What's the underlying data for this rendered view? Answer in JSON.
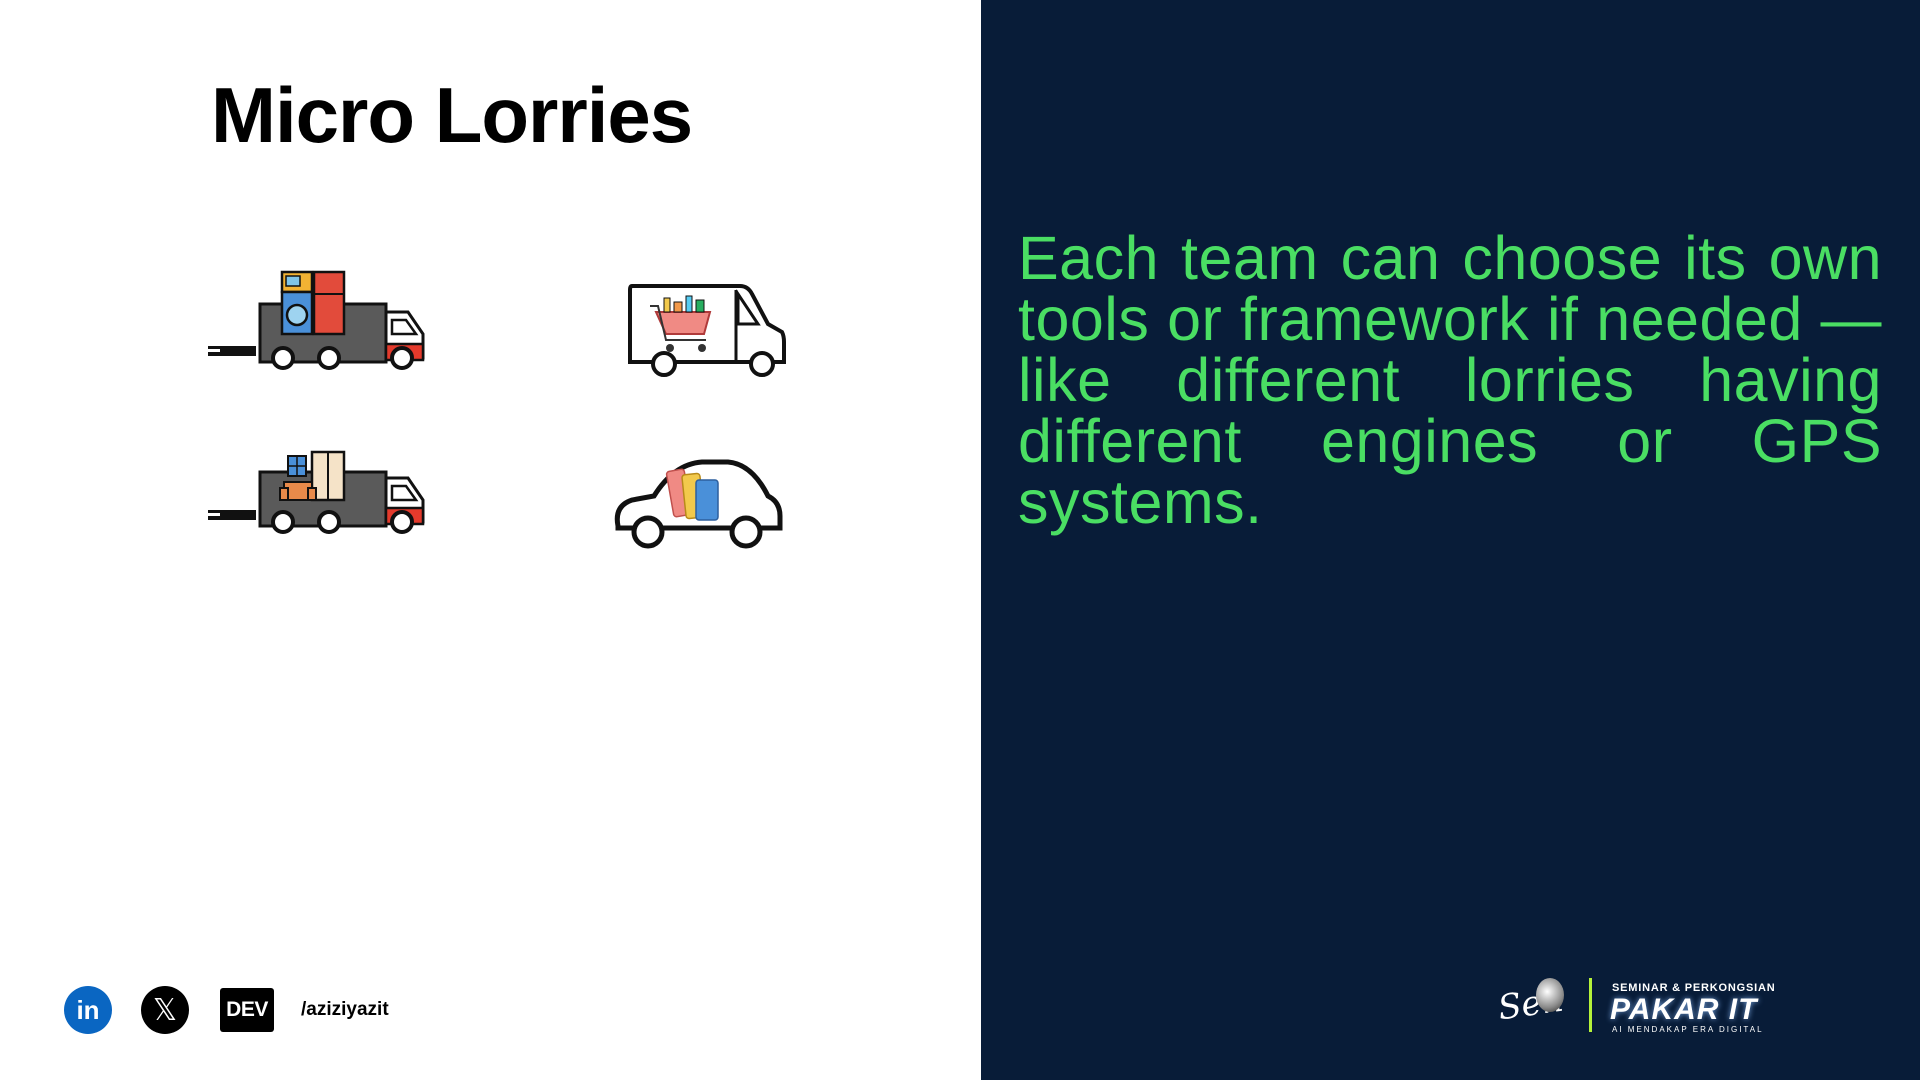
{
  "slide": {
    "title": "Micro Lorries",
    "body": "Each team can choose its own tools or framework if needed — like different lorries having different engines or GPS systems."
  },
  "footer": {
    "social_icons": [
      "linkedin-icon",
      "x-icon",
      "dev-icon"
    ],
    "linkedin_label": "in",
    "x_label": "𝕏",
    "dev_label": "DEV",
    "handle": "/aziziyazit"
  },
  "brand": {
    "script": "Sen",
    "top_line": "SEMINAR & PERKONGSIAN",
    "name": "PAKAR IT",
    "tagline": "AI MENDAKAP ERA DIGITAL"
  },
  "colors": {
    "right_panel_bg": "#081c38",
    "body_text": "#4ade63",
    "brand_divider": "#b5f23a"
  },
  "illustrations": [
    "truck-appliances-icon",
    "van-grocery-icon",
    "truck-furniture-icon",
    "car-books-icon"
  ]
}
